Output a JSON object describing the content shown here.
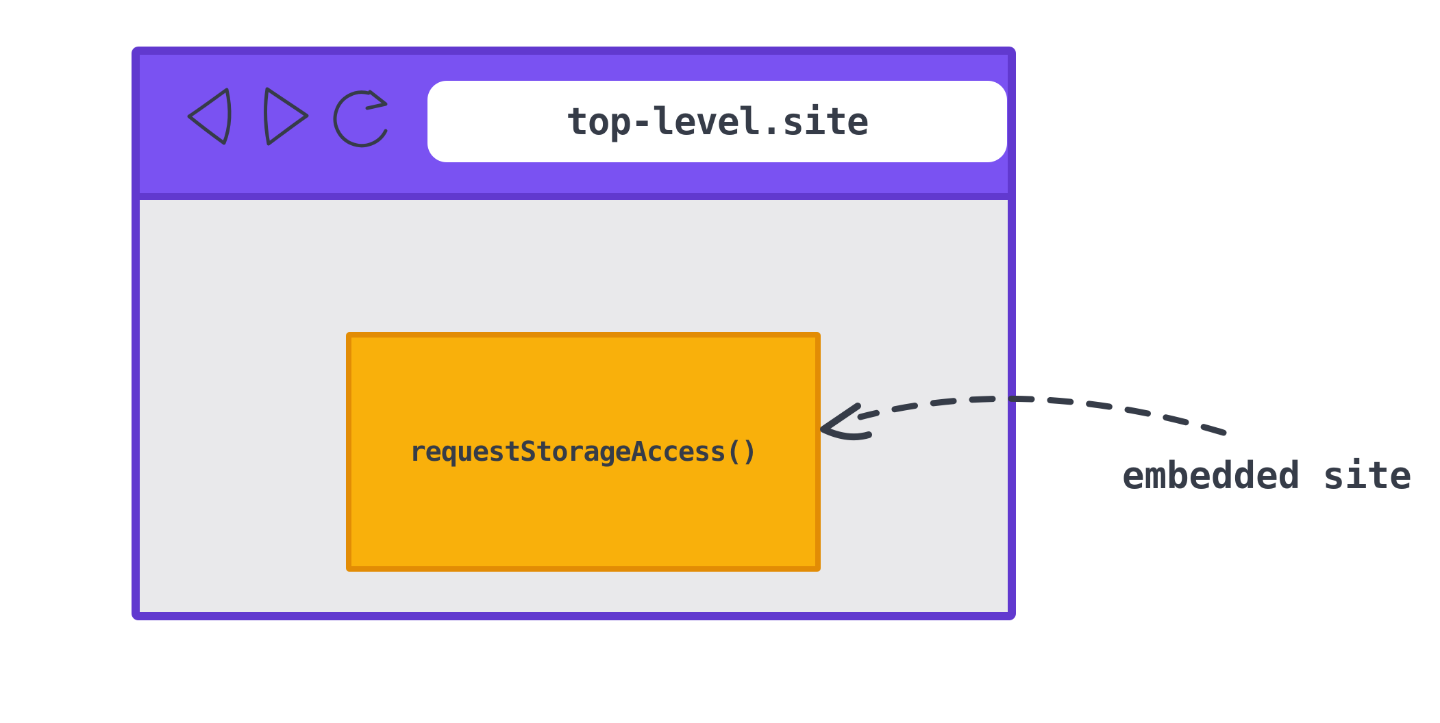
{
  "colors": {
    "purple_fill": "#7A52F2",
    "purple_border": "#6139CF",
    "gray_fill": "#E9E9EB",
    "orange_fill": "#F9B00B",
    "orange_border": "#E28C05",
    "ink": "#363C48",
    "address_bar_bg": "#FFFFFF",
    "canvas_bg": "#FFFFFF"
  },
  "browser_window": {
    "toolbar": {
      "back_icon": "back-arrow",
      "forward_icon": "forward-arrow",
      "reload_icon": "reload-arrow",
      "address_bar": {
        "url": "top-level.site"
      }
    },
    "content": {
      "embedded_frame": {
        "label": "requestStorageAccess()"
      }
    }
  },
  "annotation": {
    "arrow": "dashed-arrow-pointing-to-embedded-frame",
    "label": "embedded site"
  }
}
